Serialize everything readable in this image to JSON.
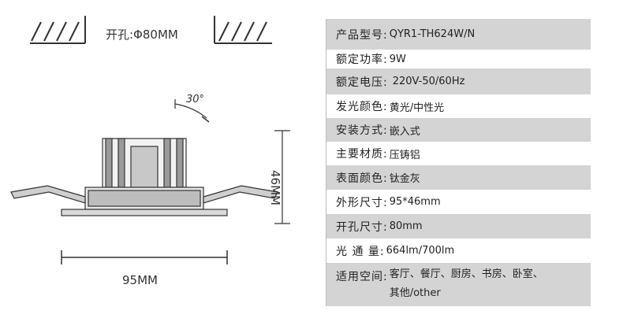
{
  "drawing": {
    "hole_label": "开孔:Φ80MM",
    "angle_label": "30°",
    "width_label": "95MM",
    "height_label": "46MM"
  },
  "specs": [
    {
      "key": "产品型号:",
      "value": "QYR1-TH624W/N"
    },
    {
      "key": "额定功率:",
      "value": "9W"
    },
    {
      "key": "额定电压:",
      "value": "220V-50/60Hz"
    },
    {
      "key": "发光颜色:",
      "value": "黄光/中性光"
    },
    {
      "key": "安装方式:",
      "value": "嵌入式"
    },
    {
      "key": "主要材质:",
      "value": "压铸铝"
    },
    {
      "key": "表面颜色:",
      "value": "钛金灰"
    },
    {
      "key": "外形尺寸:",
      "value": "95*46mm"
    },
    {
      "key": "开孔尺寸:",
      "value": "80mm"
    },
    {
      "key": "光 通 量:",
      "value": "664lm/700lm"
    },
    {
      "key": "适用空间:",
      "value": "客厅、餐厅、厨房、书房、卧室、其他/other"
    }
  ],
  "colors": {
    "row_dark": "#d4d4d4",
    "row_light": "#ffffff",
    "line": "#333333"
  }
}
